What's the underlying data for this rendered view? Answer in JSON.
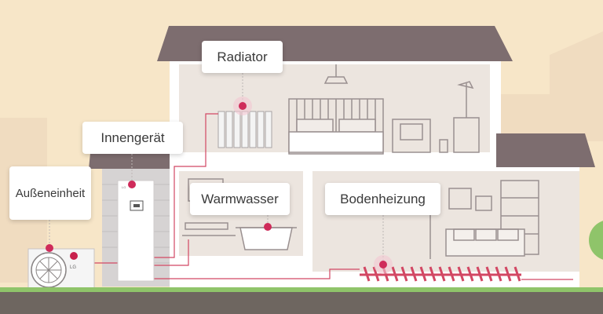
{
  "diagram": {
    "labels": {
      "outdoor_unit": "Außeneinheit",
      "indoor_unit": "Innengerät",
      "radiator": "Radiator",
      "hot_water": "Warmwasser",
      "floor_heating": "Bodenheizung"
    },
    "brand": "LG",
    "colors": {
      "background": "#f7e6c8",
      "roof": "#7d6d6f",
      "wall": "#ffffff",
      "room": "#ece5df",
      "line": "#d24763",
      "accent_dot": "#cf2b5a",
      "ground": "#6e6660",
      "grass": "#8fc46a"
    }
  }
}
